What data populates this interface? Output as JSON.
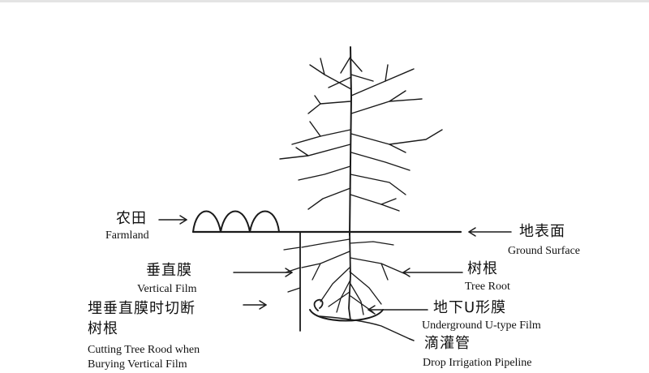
{
  "labels": {
    "farmland": {
      "zh": "农田",
      "en": "Farmland"
    },
    "ground_surface": {
      "zh": "地表面",
      "en": "Ground Surface"
    },
    "vertical_film": {
      "zh": "垂直膜",
      "en": "Vertical Film"
    },
    "tree_root": {
      "zh": "树根",
      "en": "Tree Root"
    },
    "cutting_root": {
      "zh_line1": "埋垂直膜时切断",
      "zh_line2": "树根",
      "en_line1": "Cutting Tree Rood when",
      "en_line2": "Burying Vertical Film"
    },
    "u_film": {
      "zh": "地下U形膜",
      "en": "Underground U-type Film"
    },
    "drip_pipe": {
      "zh": "滴灌管",
      "en": "Drop Irrigation Pipeline"
    }
  },
  "colors": {
    "ink": "#111111",
    "background": "#ffffff"
  }
}
